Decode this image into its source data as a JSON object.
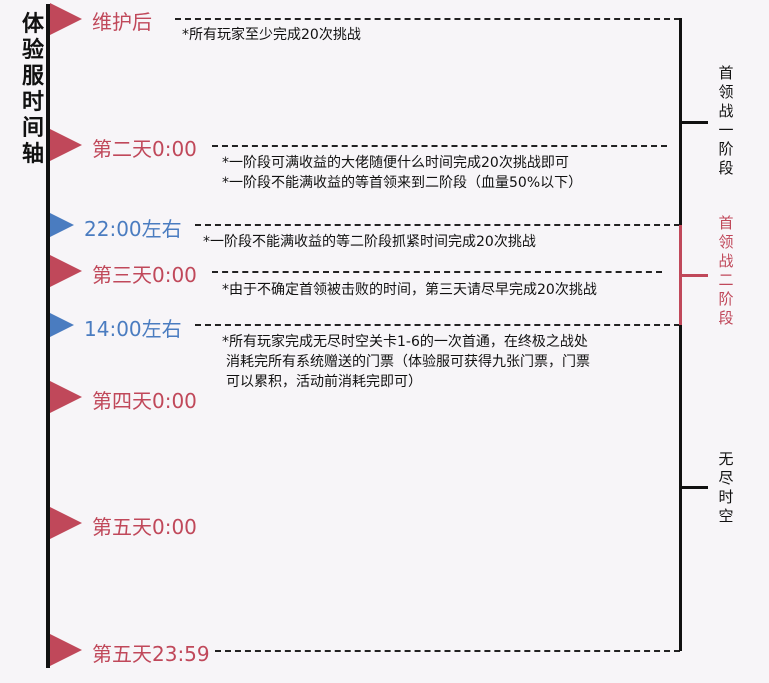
{
  "title": "体验服时间轴",
  "colors": {
    "red": "#c0485a",
    "blue": "#4a7cc0",
    "black": "#111111"
  },
  "events": [
    {
      "label": "维护后",
      "color": "red"
    },
    {
      "label": "第二天0:00",
      "color": "red"
    },
    {
      "label": "22:00左右",
      "color": "blue"
    },
    {
      "label": "第三天0:00",
      "color": "red"
    },
    {
      "label": "14:00左右",
      "color": "blue"
    },
    {
      "label": "第四天0:00",
      "color": "red"
    },
    {
      "label": "第五天0:00",
      "color": "red"
    },
    {
      "label": "第五天23:59",
      "color": "red"
    }
  ],
  "notes": {
    "n0": "*所有玩家至少完成20次挑战",
    "n1a": "*一阶段可满收益的大佬随便什么时间完成20次挑战即可",
    "n1b": "*一阶段不能满收益的等首领来到二阶段（血量50%以下）",
    "n2": "*一阶段不能满收益的等二阶段抓紧时间完成20次挑战",
    "n3": "*由于不确定首领被击败的时间，第三天请尽早完成20次挑战",
    "n4a": "*所有玩家完成无尽时空关卡1-6的一次首通，在终极之战处",
    "n4b": "消耗完所有系统赠送的门票（体验服可获得九张门票，门票",
    "n4c": "可以累积，活动前消耗完即可）"
  },
  "phases": [
    {
      "label": "首领战一阶段",
      "color": "black"
    },
    {
      "label": "首领战二阶段",
      "color": "red"
    },
    {
      "label": "无尽时空",
      "color": "black"
    }
  ]
}
